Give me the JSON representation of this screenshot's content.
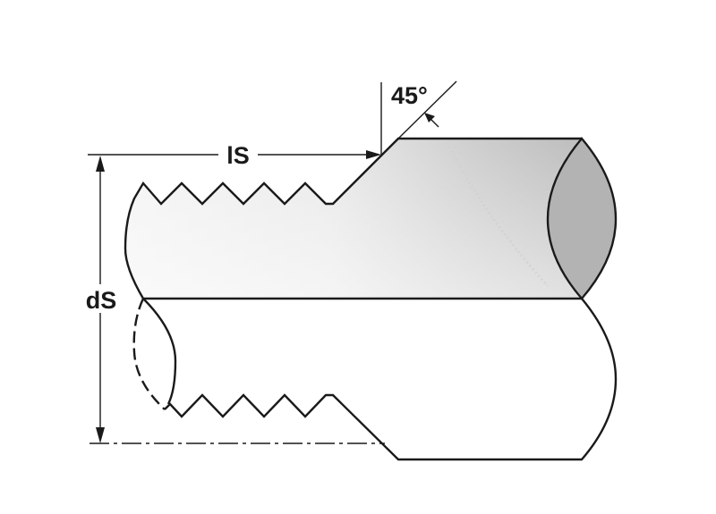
{
  "labels": {
    "thread_length": "lS",
    "thread_diameter": "dS",
    "chamfer_angle": "45°"
  },
  "colors": {
    "outline": "#1a1a1a",
    "shade_light": "#f2f2f2",
    "shade_dark": "#bdbdbd",
    "end_face": "#b3b3b3",
    "background": "#ffffff"
  }
}
